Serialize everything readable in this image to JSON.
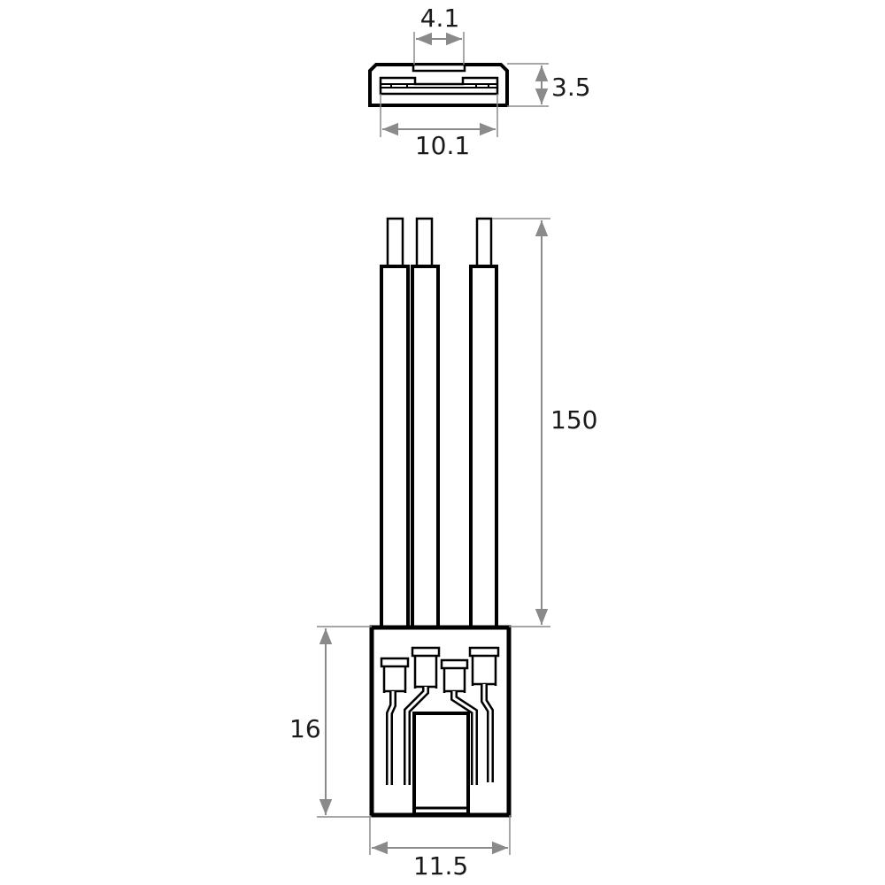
{
  "title": "Connector dimension drawing",
  "dimensions": {
    "top_tab_width": "4.1",
    "top_height": "3.5",
    "top_width": "10.1",
    "wire_length": "150",
    "housing_length": "16",
    "housing_width": "11.5"
  },
  "colors": {
    "outline": "#000000",
    "dimension": "#8a8a8a"
  }
}
